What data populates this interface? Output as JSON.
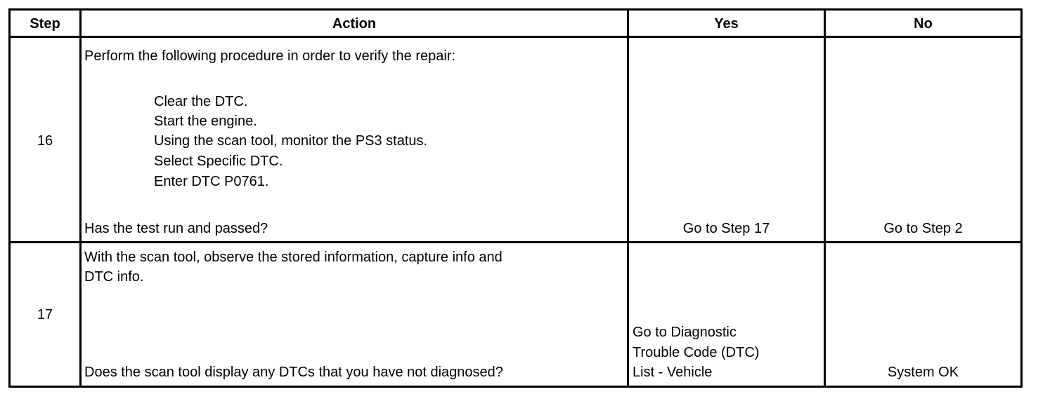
{
  "headers": {
    "step": "Step",
    "action": "Action",
    "yes": "Yes",
    "no": "No"
  },
  "rows": [
    {
      "step": "16",
      "intro": "Perform the following procedure in order to verify the repair:",
      "substeps": [
        "Clear the DTC.",
        "Start the engine.",
        "Using the scan tool, monitor the PS3 status.",
        "Select Specific DTC.",
        "Enter DTC P0761."
      ],
      "question": "Has the test run and passed?",
      "yes": [
        "Go to Step 17"
      ],
      "no": "Go to Step 2"
    },
    {
      "step": "17",
      "intro_lines": [
        "With the scan tool, observe the stored information, capture info and",
        "DTC info."
      ],
      "question": "Does the scan tool display any DTCs that you have not diagnosed?",
      "yes": [
        "Go to Diagnostic",
        "Trouble Code (DTC)",
        "List - Vehicle"
      ],
      "no": "System OK"
    }
  ]
}
